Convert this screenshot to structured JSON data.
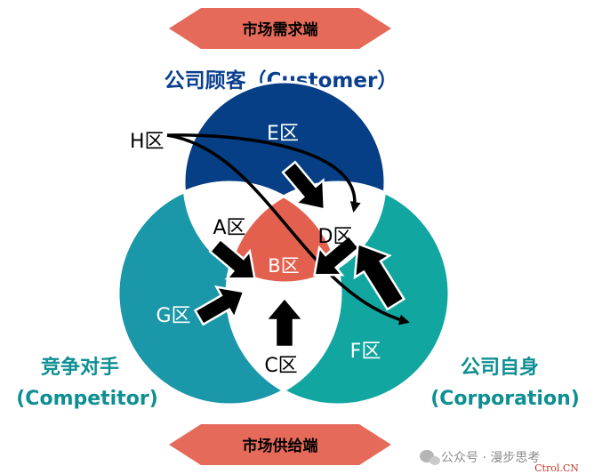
{
  "banners": {
    "top": "市场需求端",
    "bottom": "市场供给端"
  },
  "circles": {
    "customer": {
      "title": "公司顾客（Customer）",
      "color": "#063f86"
    },
    "competitor": {
      "title_line1": "竞争对手",
      "title_line2": "(Competitor)",
      "color": "#1a97a8"
    },
    "corporation": {
      "title_line1": "公司自身",
      "title_line2": "(Corporation)",
      "color": "#11a6a0"
    }
  },
  "zones": {
    "A": "A区",
    "B": "B区",
    "C": "C区",
    "D": "D区",
    "E": "E区",
    "F": "F区",
    "G": "G区",
    "H": "H区"
  },
  "colors": {
    "banner_fill": "#e66a5a",
    "center_fill": "#e4604e",
    "label_blue": "#0a3f8f",
    "label_teal": "#0d8f93",
    "arrow": "#000000"
  },
  "watermark": {
    "source": "公众号 · 漫步思考",
    "logo": "Ctrol.CN"
  }
}
